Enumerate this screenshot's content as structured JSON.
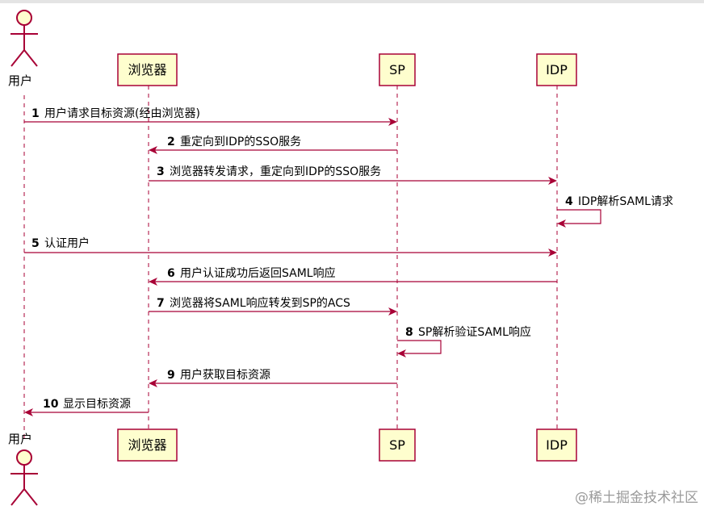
{
  "participants": {
    "user": "用户",
    "browser": "浏览器",
    "sp": "SP",
    "idp": "IDP"
  },
  "messages": [
    {
      "num": "1",
      "text": "用户请求目标资源(经由浏览器)"
    },
    {
      "num": "2",
      "text": "重定向到IDP的SSO服务"
    },
    {
      "num": "3",
      "text": "浏览器转发请求，重定向到IDP的SSO服务"
    },
    {
      "num": "4",
      "text": "IDP解析SAML请求"
    },
    {
      "num": "5",
      "text": "认证用户"
    },
    {
      "num": "6",
      "text": "用户认证成功后返回SAML响应"
    },
    {
      "num": "7",
      "text": "浏览器将SAML响应转发到SP的ACS"
    },
    {
      "num": "8",
      "text": "SP解析验证SAML响应"
    },
    {
      "num": "9",
      "text": "用户获取目标资源"
    },
    {
      "num": "10",
      "text": "显示目标资源"
    }
  ],
  "watermark": "@稀土掘金技术社区",
  "colors": {
    "line": "#a80036",
    "box_fill": "#fefece"
  }
}
